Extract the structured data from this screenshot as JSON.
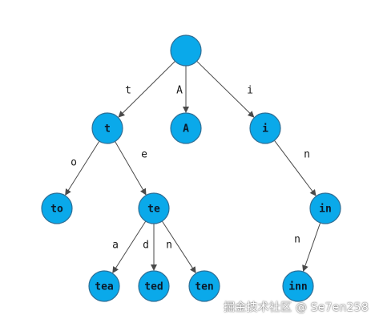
{
  "diagram": {
    "colors": {
      "node_fill": "#0aa9ea",
      "node_stroke": "#2f6f96",
      "edge": "#4a4a4a"
    },
    "nodes": [
      {
        "id": "root",
        "label": ""
      },
      {
        "id": "t",
        "label": "t"
      },
      {
        "id": "A",
        "label": "A"
      },
      {
        "id": "i",
        "label": "i"
      },
      {
        "id": "to",
        "label": "to"
      },
      {
        "id": "te",
        "label": "te"
      },
      {
        "id": "in",
        "label": "in"
      },
      {
        "id": "tea",
        "label": "tea"
      },
      {
        "id": "ted",
        "label": "ted"
      },
      {
        "id": "ten",
        "label": "ten"
      },
      {
        "id": "inn",
        "label": "inn"
      }
    ],
    "edges": [
      {
        "from": "root",
        "to": "t",
        "label": "t"
      },
      {
        "from": "root",
        "to": "A",
        "label": "A"
      },
      {
        "from": "root",
        "to": "i",
        "label": "i"
      },
      {
        "from": "t",
        "to": "to",
        "label": "o"
      },
      {
        "from": "t",
        "to": "te",
        "label": "e"
      },
      {
        "from": "i",
        "to": "in",
        "label": "n"
      },
      {
        "from": "te",
        "to": "tea",
        "label": "a"
      },
      {
        "from": "te",
        "to": "ted",
        "label": "d"
      },
      {
        "from": "te",
        "to": "ten",
        "label": "n"
      },
      {
        "from": "in",
        "to": "inn",
        "label": "n"
      }
    ]
  },
  "watermark": "掘金技术社区 @ Se7en258"
}
